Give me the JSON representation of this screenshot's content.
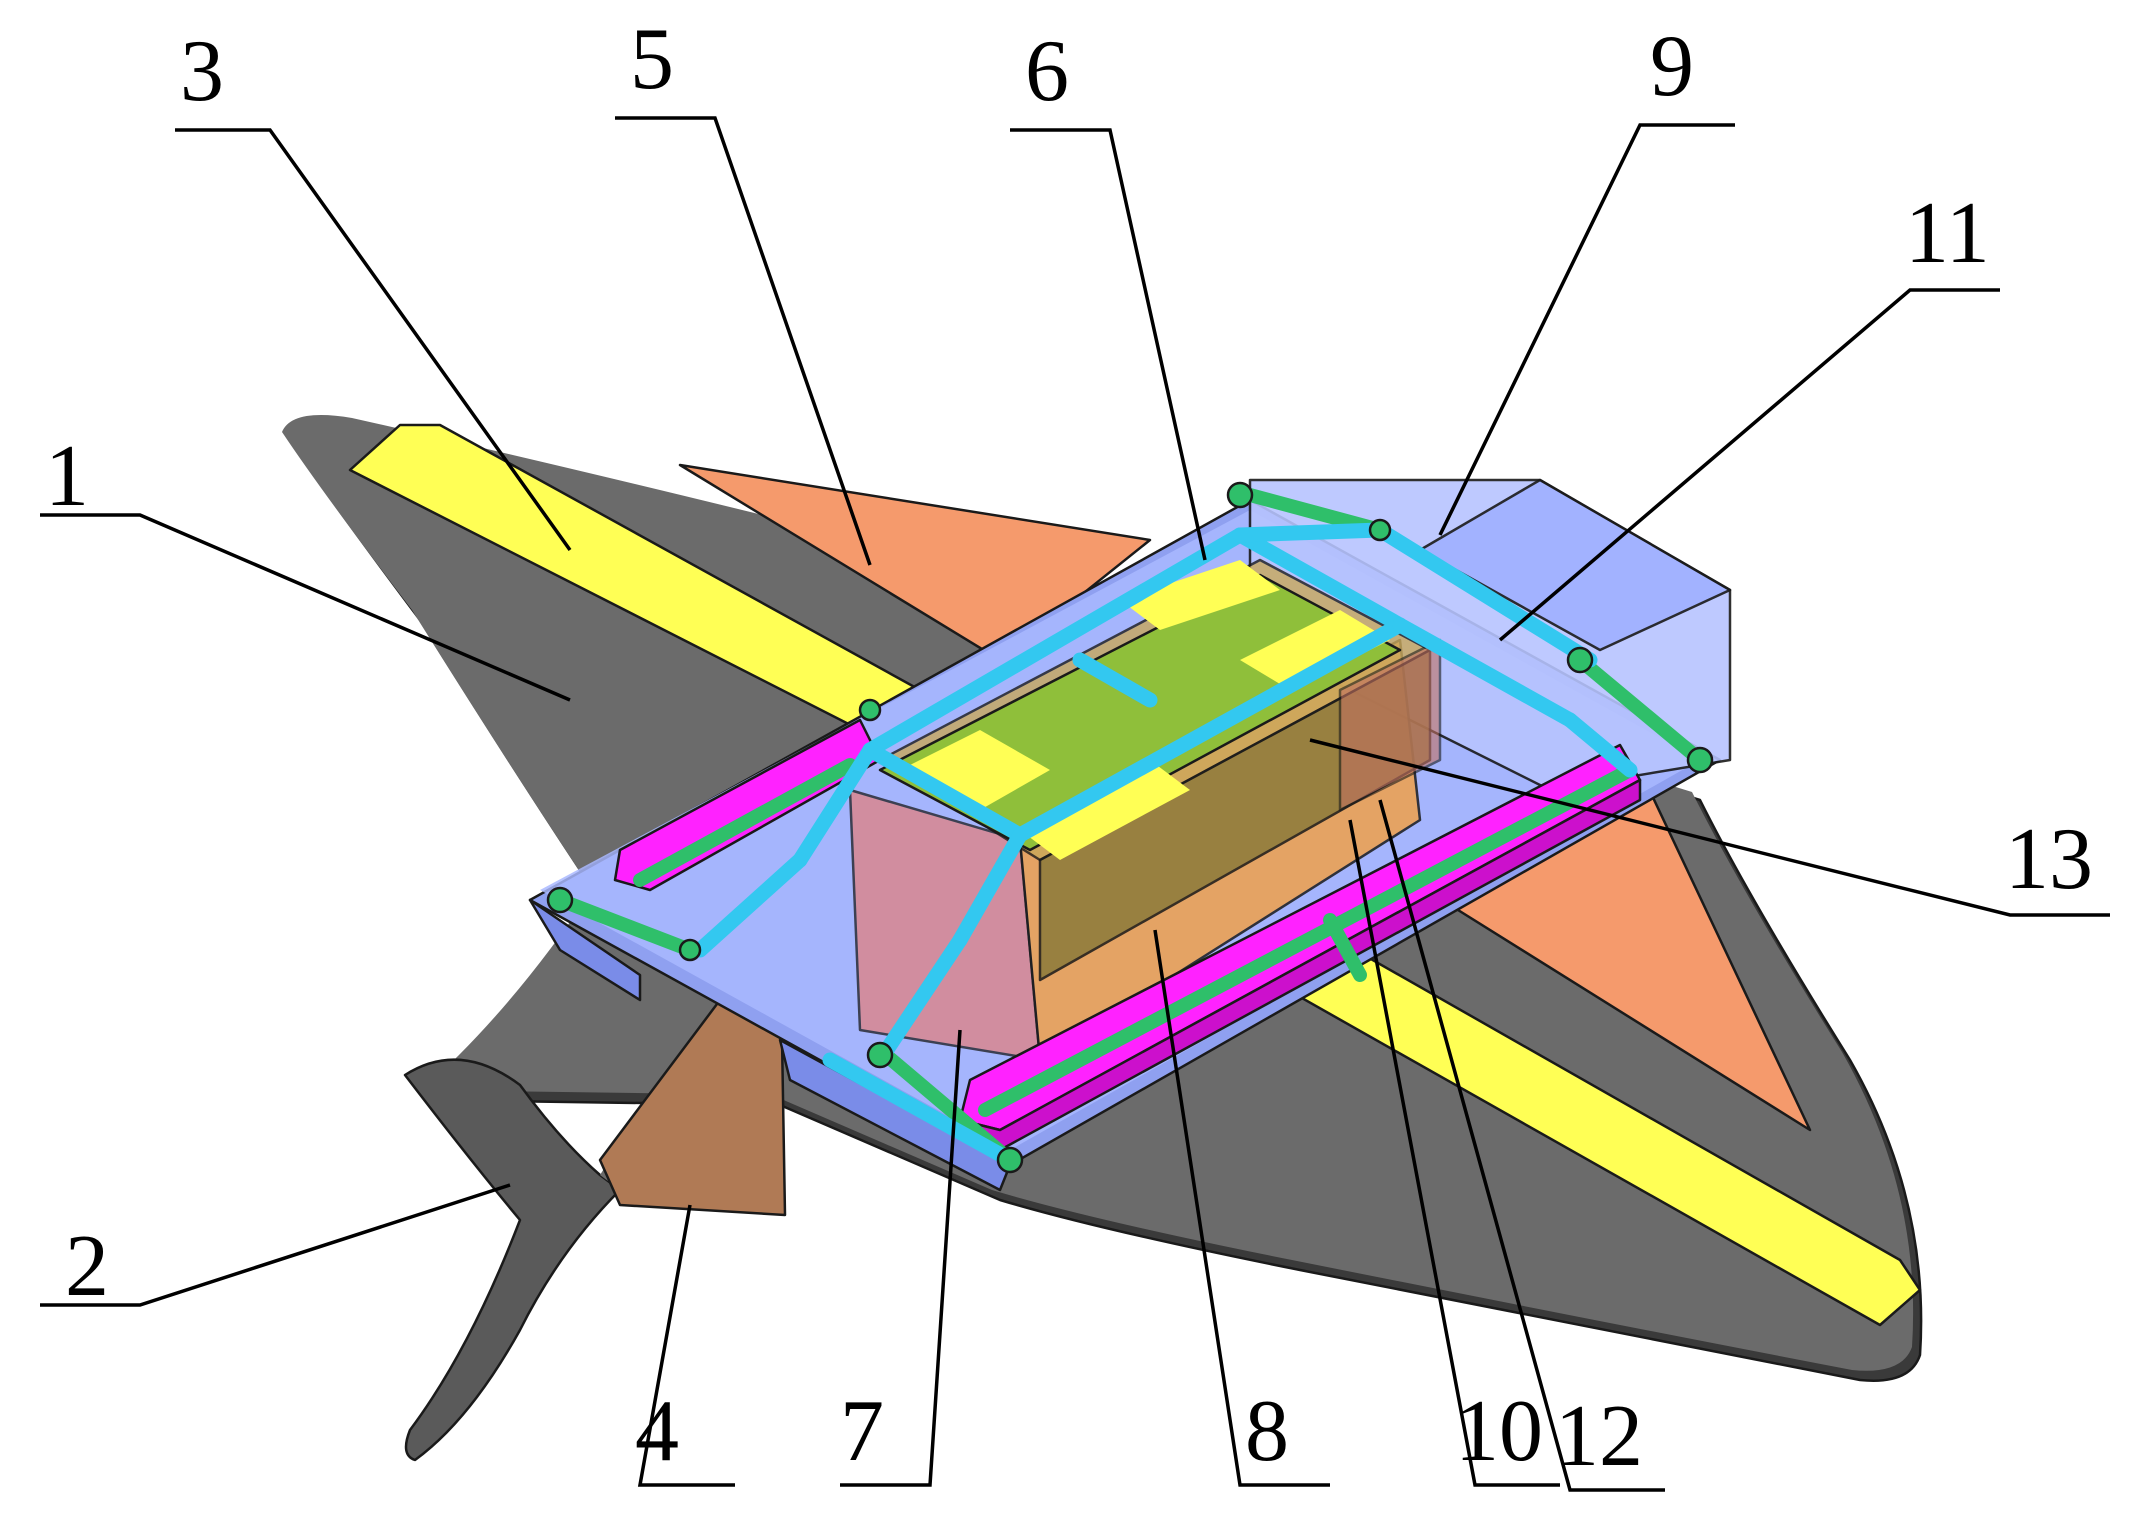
{
  "colors": {
    "body_dark": "#6b6b6b",
    "body_edge": "#3a3a3a",
    "fin_rib_yellow": "#ffff55",
    "fin_rib_orange": "#f59a6c",
    "tail_brown": "#b07a55",
    "shell_blue": "#a9b8ff",
    "frame_cyan": "#33c8f0",
    "link_green": "#2fbf6a",
    "rail_magenta": "#ff22ff",
    "battery_green": "#8fbf3a",
    "box_orange": "#f0a04a",
    "box_red": "#e07070",
    "line": "#000000"
  },
  "callouts": [
    {
      "id": "1",
      "text": "1"
    },
    {
      "id": "2",
      "text": "2"
    },
    {
      "id": "3",
      "text": "3"
    },
    {
      "id": "4",
      "text": "4"
    },
    {
      "id": "5",
      "text": "5"
    },
    {
      "id": "6",
      "text": "6"
    },
    {
      "id": "7",
      "text": "7"
    },
    {
      "id": "8",
      "text": "8"
    },
    {
      "id": "9",
      "text": "9"
    },
    {
      "id": "10",
      "text": "10"
    },
    {
      "id": "11",
      "text": "11"
    },
    {
      "id": "12",
      "text": "12"
    },
    {
      "id": "13",
      "text": "13"
    }
  ]
}
